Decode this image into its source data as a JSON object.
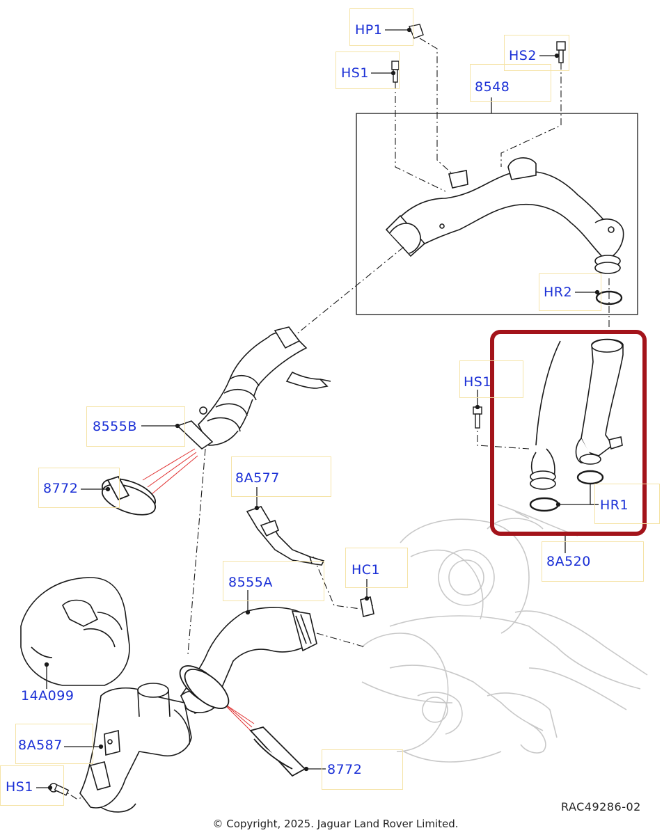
{
  "callouts": {
    "hp1": "HP1",
    "hs1_top": "HS1",
    "hs2": "HS2",
    "p8548": "8548",
    "hr2": "HR2",
    "hs1_mid": "HS1",
    "p8555b": "8555B",
    "p8772_top": "8772",
    "p8a577": "8A577",
    "hr1": "HR1",
    "p8a520": "8A520",
    "hc1": "HC1",
    "p8555a": "8555A",
    "p14a099": "14A099",
    "p8a587": "8A587",
    "hs1_bottom": "HS1",
    "p8772_bottom": "8772"
  },
  "reference": "RAC49286-02",
  "copyright": "© Copyright, 2025. Jaguar Land Rover Limited.",
  "colors": {
    "callout": "#1a2fd6",
    "highlight": "#a3131a",
    "part_line": "#1a1a1a",
    "ghost_line": "#c8c8c8",
    "leader_red": "#e03030"
  }
}
